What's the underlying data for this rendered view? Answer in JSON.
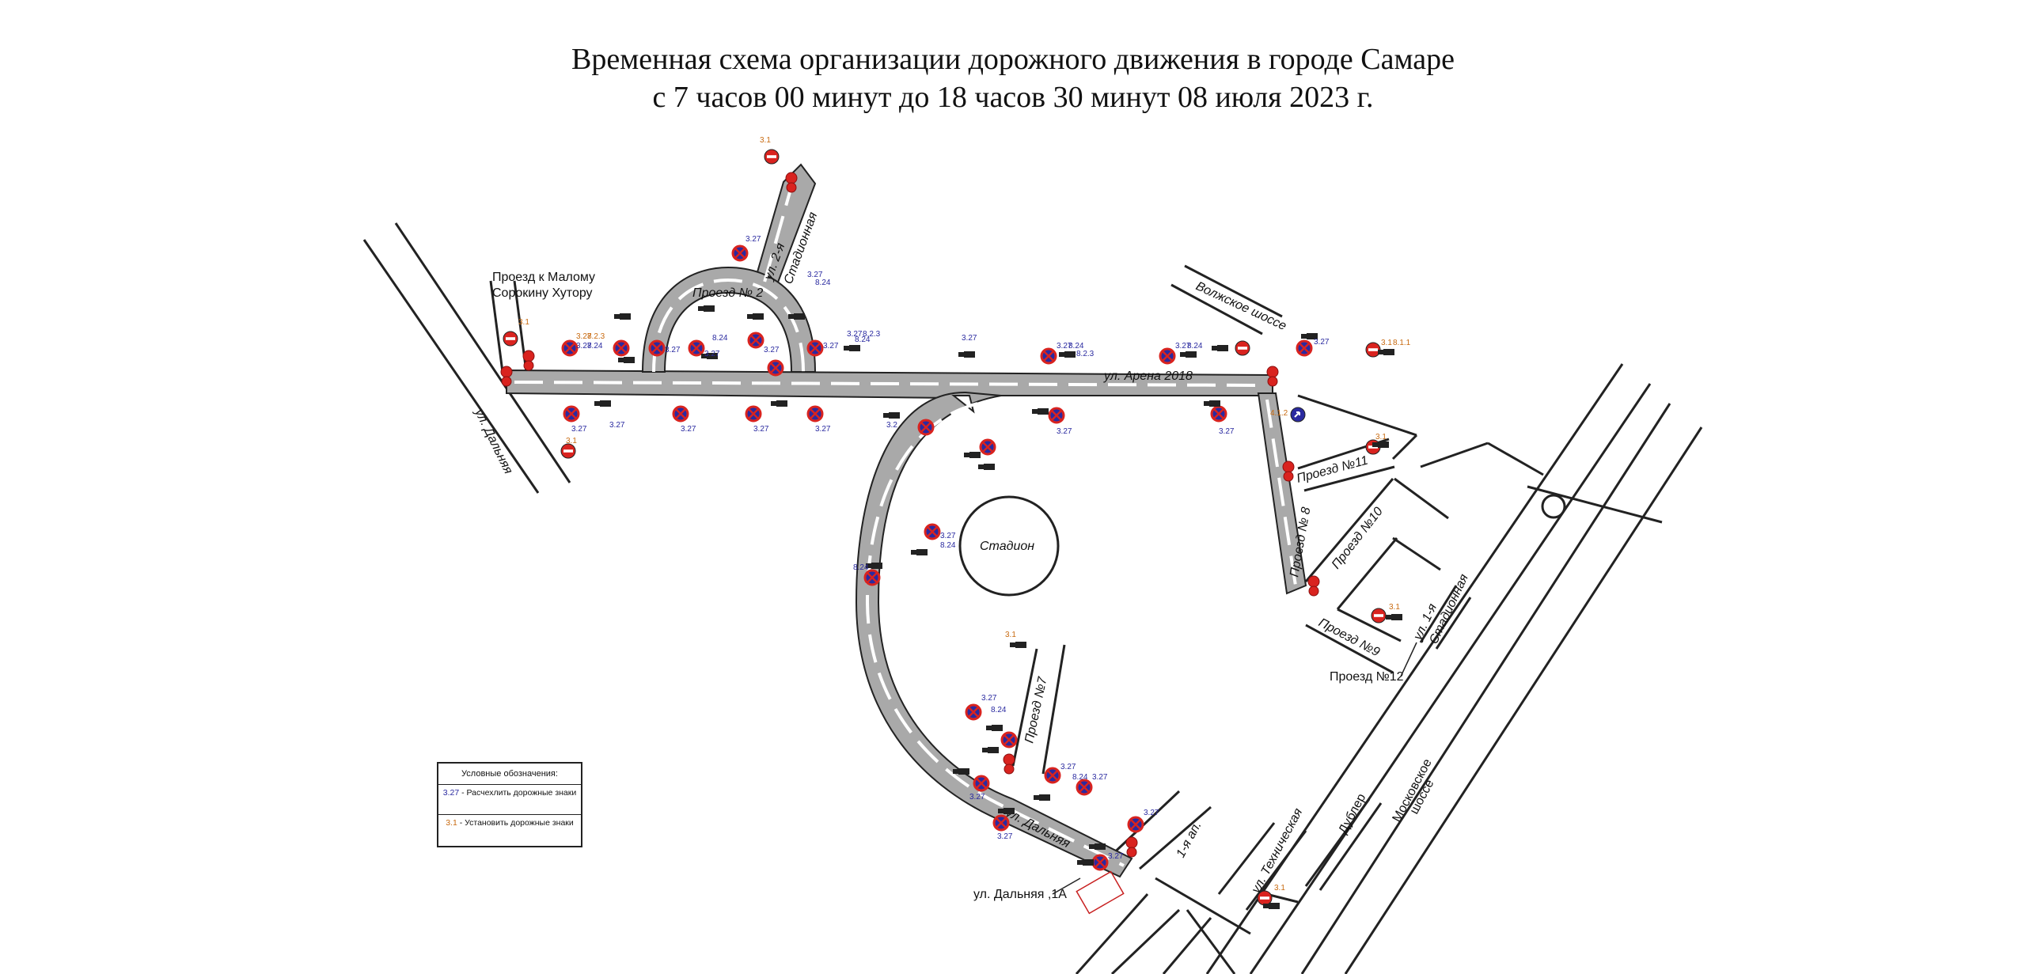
{
  "title": {
    "line1": "Временная схема организации дорожного движения в городе Самаре",
    "line2": "с 7 часов 00 минут до 18 часов 30 минут 08 июля 2023 г."
  },
  "streets": {
    "dalnaya": "ул. Дальняя",
    "arena": "ул. Арена 2018",
    "proezd2": "Проезд № 2",
    "ul2ya": "ул. 2-я",
    "stadionnaya": "Стадионная",
    "volzhskoe": "Волжское шоссе",
    "maly_khutor": "Проезд к Малому",
    "maly_khutor2": "Сорокину Хутору",
    "proezd8": "Проезд № 8",
    "proezd11": "Проезд №11",
    "proezd10": "Проезд №10",
    "proezd9": "Проезд №9",
    "ul1ya": "ул. 1-я",
    "stadionnaya2": "Стадионная",
    "proezd12": "Проезд №12",
    "proezd7": "Проезд №7",
    "tekhnicheskaya": "ул. Техническая",
    "first_ap": "1-я ап.",
    "dalnaya_1a": "ул. Дальняя ,1А",
    "moskovskoe": "Московское",
    "shosse": "шоссе",
    "dublyor": "Дублер",
    "stadium": "Стадион"
  },
  "sign_codes": {
    "s327": "3.27",
    "s824": "8.24",
    "s823": "8.2.3",
    "s31": "3.1",
    "s81": "8.1.1",
    "s412": "4.1.2",
    "s32": "3.2"
  },
  "legend": {
    "header": "Условные обозначения:",
    "row1_code": "3.27",
    "row1_text": " - Расчехлить дорожные знаки",
    "row2_code": "3.1",
    "row2_text": " - Установить дорожные знаки"
  },
  "colors": {
    "road_fill": "#a9a9a9",
    "road_outline": "#222222",
    "sign_blue": "#2a2aa0",
    "sign_red": "#d9231f",
    "sign_text_blue": "#2a2aa0",
    "sign_text_orange": "#c86a10"
  }
}
